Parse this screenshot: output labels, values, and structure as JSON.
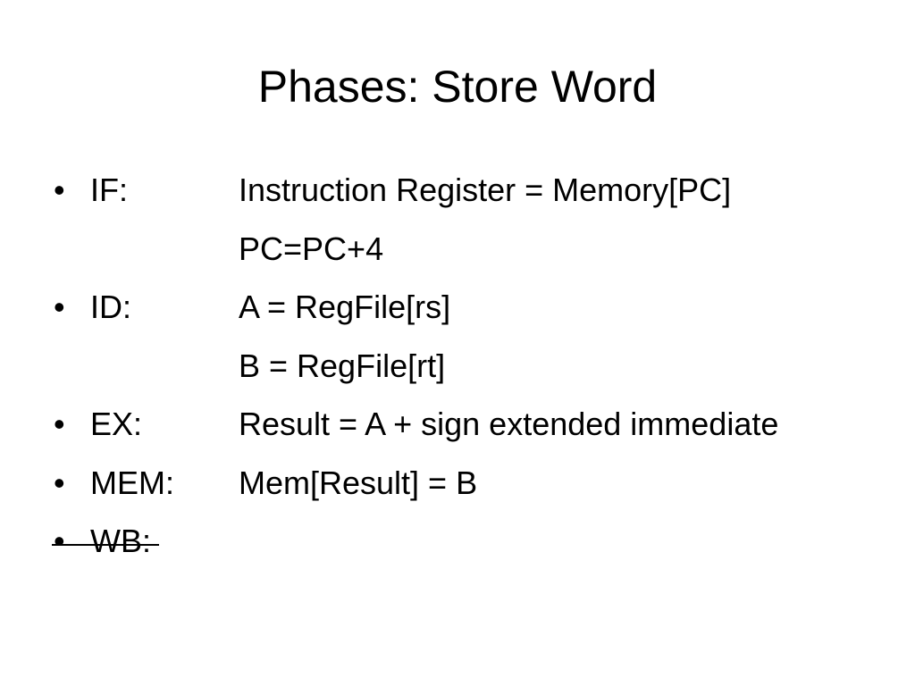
{
  "slide": {
    "title": "Phases: Store Word",
    "bullet_glyph": "•",
    "rows": [
      {
        "bullet": true,
        "label": "IF:",
        "desc": "Instruction Register = Memory[PC]"
      },
      {
        "bullet": false,
        "label": "",
        "desc": "PC=PC+4"
      },
      {
        "bullet": true,
        "label": "ID:",
        "desc": "A = RegFile[rs]"
      },
      {
        "bullet": false,
        "label": "",
        "desc": "B = RegFile[rt]"
      },
      {
        "bullet": true,
        "label": "EX:",
        "desc": "Result = A + sign extended immediate"
      },
      {
        "bullet": true,
        "label": "MEM:",
        "desc": "Mem[Result] = B"
      },
      {
        "bullet": true,
        "label": "WB:",
        "desc": "",
        "struck_through": true
      }
    ]
  }
}
